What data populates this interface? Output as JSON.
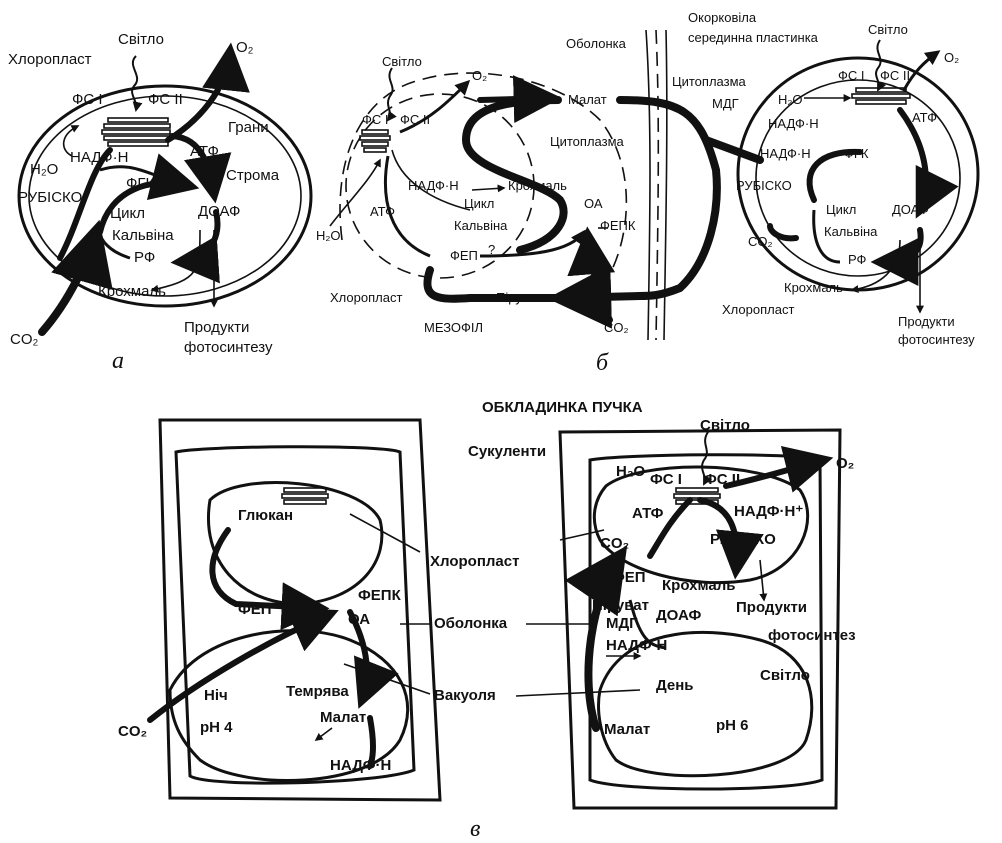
{
  "panels": {
    "a": "а",
    "b": "б",
    "c": "в"
  },
  "a": {
    "chloroplast": "Хлоропласт",
    "light": "Світло",
    "o2": "O₂",
    "ps1": "ФС I",
    "ps2": "ФС II",
    "grana": "Грани",
    "atp": "АТФ",
    "h2o": "H₂O",
    "nadph": "НАДФ·Н",
    "stroma": "Строма",
    "pga": "ФГК",
    "rubisco": "РУБІСКО",
    "cycle1": "Цикл",
    "cycle2": "Кальвіна",
    "doaf": "ДОАФ",
    "rf": "РФ",
    "starch": "Крохмаль",
    "co2": "CO₂",
    "products1": "Продукти",
    "products2": "фотосинтезу"
  },
  "b": {
    "light": "Світло",
    "o2": "O₂",
    "ps1": "ФС I",
    "ps2": "ФС II",
    "nadph": "НАДФ·Н",
    "starch": "Крохмаль",
    "cycle1": "Цикл",
    "cycle2": "Кальвіна",
    "atp": "АТФ",
    "h2o": "H₂O",
    "pep": "ФЕП",
    "q": "?",
    "chloroplast": "Хлоропласт",
    "mesophyll": "МЕЗОФІЛ",
    "pyruvate": "Піруват",
    "malate": "Малат",
    "cytoplasm": "Цитоплазма",
    "oa": "ОА",
    "pepc": "ФЕПК",
    "co2": "CO₂",
    "wall": "Оболонка",
    "suberin1": "Окорковіла",
    "suberin2": "серединна пластинка",
    "cytoplasm2": "Цитоплазма",
    "mdh": "МДГ",
    "light2": "Світло",
    "o2b": "O₂",
    "ps1b": "ФС I",
    "ps2b": "ФС II",
    "h2ob": "H₂O",
    "atpb": "АТФ",
    "nadphb": "НАДФ·Н",
    "pga": "ФГК",
    "rubisco": "РУБІСКО",
    "co2b": "CO₂",
    "cycle1b": "Цикл",
    "cycle2b": "Кальвіна",
    "doaf": "ДОАФ",
    "rf": "РФ",
    "starchb": "Крохмаль",
    "chloroplastb": "Хлоропласт",
    "products1": "Продукти",
    "products2": "фотосинтезу"
  },
  "c": {
    "bundle": "ОБКЛАДИНКА ПУЧКА",
    "succulents": "Сукуленти",
    "glucan": "Глюкан",
    "chloroplast": "Хлоропласт",
    "pep": "ФЕП",
    "pepc": "ФЕПК",
    "oa": "ОА",
    "wall": "Оболонка",
    "vacuole": "Вакуоля",
    "night": "Ніч",
    "ph4": "pH 4",
    "dark": "Темрява",
    "malate": "Малат",
    "nadph": "НАДФ·Н",
    "co2": "CO₂",
    "light": "Світло",
    "h2o": "H₂O",
    "ps1": "ФС I",
    "ps2": "ФС II",
    "o2": "O₂",
    "atp": "АТФ",
    "nadphplus": "НАДФ·Н⁺",
    "co2b": "CO₂",
    "rubisco": "РУБІСКО",
    "pepb": "ФЕП",
    "starch": "Крохмаль",
    "pyruvate": "Піруват",
    "mdh": "МДГ",
    "doaf": "ДОАФ",
    "products": "Продукти",
    "products2": "фотосинтез",
    "nadphb": "НАДФ·Н",
    "day": "День",
    "light2": "Світло",
    "malateb": "Малат",
    "ph6": "pH 6"
  }
}
